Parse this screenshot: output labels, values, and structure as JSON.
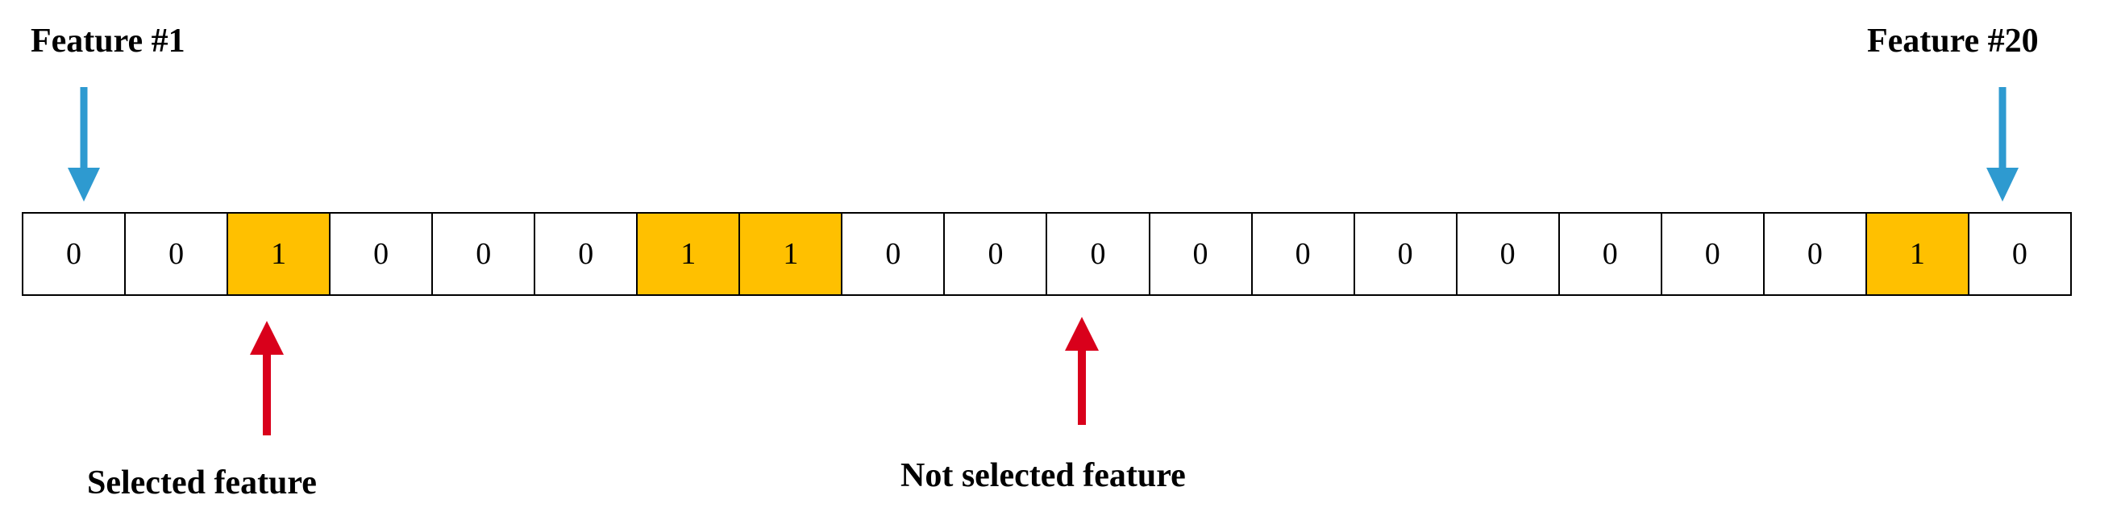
{
  "labels": {
    "first_feature": "Feature #1",
    "last_feature": "Feature #20",
    "selected": "Selected feature",
    "not_selected": "Not selected feature"
  },
  "bits": [
    0,
    0,
    1,
    0,
    0,
    0,
    1,
    1,
    0,
    0,
    0,
    0,
    0,
    0,
    0,
    0,
    0,
    0,
    1,
    0
  ],
  "colors": {
    "selected_cell": "#FFC000",
    "feature_arrow": "#2E9AD0",
    "annotation_arrow": "#D9001B"
  },
  "icons": {
    "feature_pointer": "arrow-down-icon",
    "annotation_pointer": "arrow-up-icon"
  }
}
